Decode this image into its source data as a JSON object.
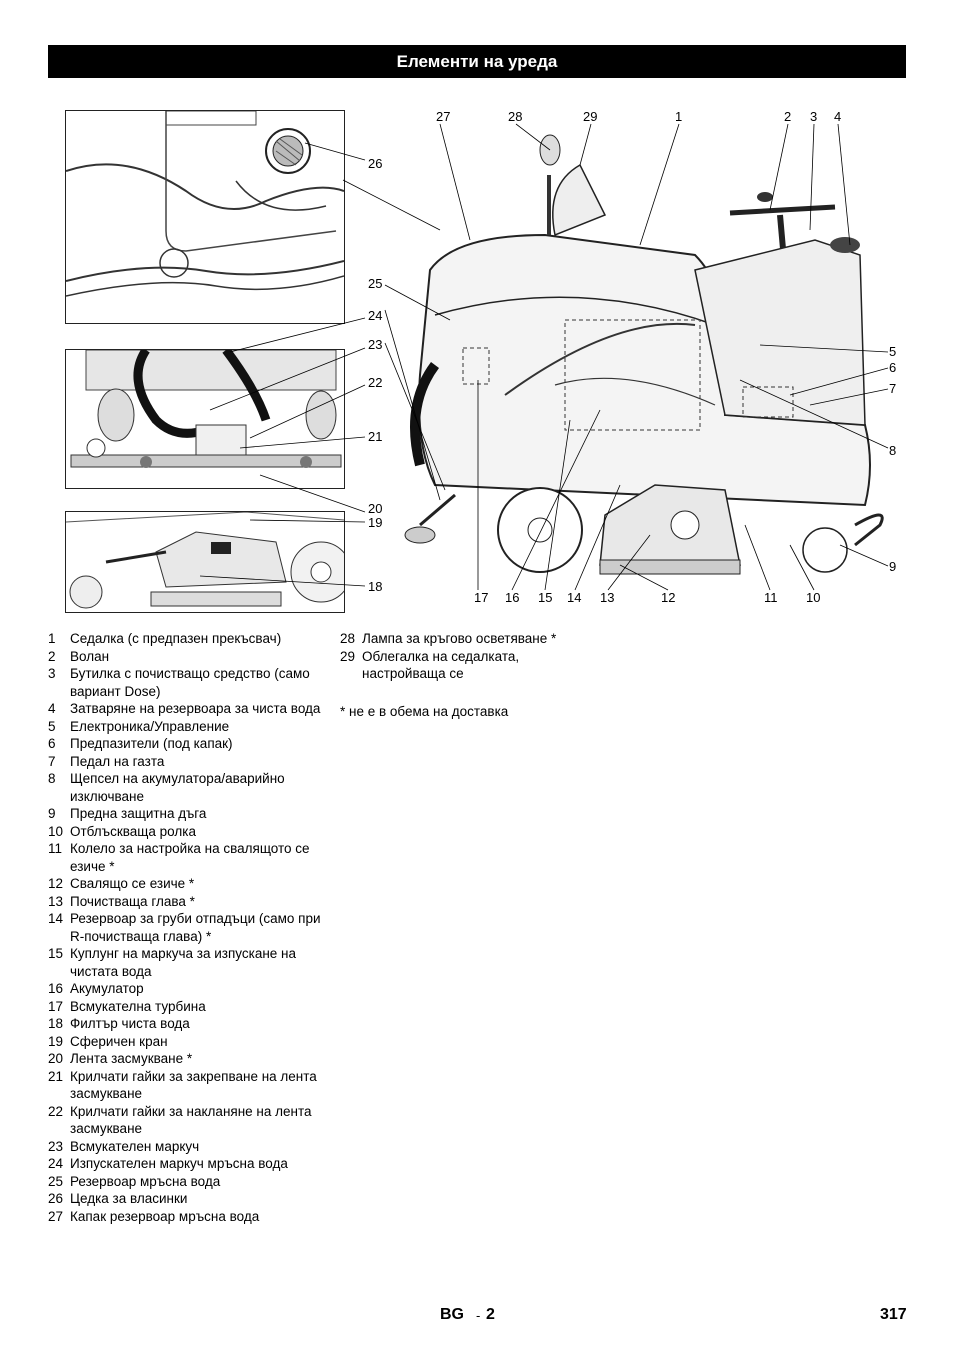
{
  "title": "Елементи на уреда",
  "callouts": {
    "n1": "1",
    "n2": "2",
    "n3": "3",
    "n4": "4",
    "n5": "5",
    "n6": "6",
    "n7": "7",
    "n8": "8",
    "n9": "9",
    "n10": "10",
    "n11": "11",
    "n12": "12",
    "n13": "13",
    "n14": "14",
    "n15": "15",
    "n16": "16",
    "n17": "17",
    "n18": "18",
    "n19": "19",
    "n20": "20",
    "n21": "21",
    "n22": "22",
    "n23": "23",
    "n24": "24",
    "n25": "25",
    "n26": "26",
    "n27": "27",
    "n28": "28",
    "n29": "29"
  },
  "legend_left": [
    {
      "num": "1",
      "text": "Седалка (с предпазен прекъсвач)"
    },
    {
      "num": "2",
      "text": "Волан"
    },
    {
      "num": "3",
      "text": "Бутилка с почистващо средство (само вариант Dose)"
    },
    {
      "num": "4",
      "text": "Затваряне на резервоара за чиста вода"
    },
    {
      "num": "5",
      "text": "Електроника/Управление"
    },
    {
      "num": "6",
      "text": "Предпазители (под капак)"
    },
    {
      "num": "7",
      "text": "Педал на газта"
    },
    {
      "num": "8",
      "text": "Щепсел на акумулатора/аварийно изключване"
    },
    {
      "num": "9",
      "text": "Предна защитна дъга"
    },
    {
      "num": "10",
      "text": "Отблъскваща ролка"
    },
    {
      "num": "11",
      "text": "Колело за настройка на свалящото се езиче *"
    },
    {
      "num": "12",
      "text": "Свалящо се езиче *"
    },
    {
      "num": "13",
      "text": "Почистваща глава *"
    },
    {
      "num": "14",
      "text": "Резервоар за груби отпадъци (само при R-почистваща глава) *"
    },
    {
      "num": "15",
      "text": "Куплунг на маркуча за изпускане на чистата вода"
    },
    {
      "num": "16",
      "text": "Акумулатор"
    },
    {
      "num": "17",
      "text": "Всмукателна турбина"
    },
    {
      "num": "18",
      "text": "Филтър чиста вода"
    },
    {
      "num": "19",
      "text": "Сферичен кран"
    },
    {
      "num": "20",
      "text": "Лента засмукване *"
    },
    {
      "num": "21",
      "text": "Крилчати гайки за закрепване на лента засмукване"
    },
    {
      "num": "22",
      "text": "Крилчати гайки за накланяне на лента засмукване"
    },
    {
      "num": "23",
      "text": "Всмукателен маркуч"
    },
    {
      "num": "24",
      "text": "Изпускателен маркуч мръсна вода"
    },
    {
      "num": "25",
      "text": "Резервоар мръсна вода"
    },
    {
      "num": "26",
      "text": "Цедка за власинки"
    },
    {
      "num": "27",
      "text": "Капак резервоар мръсна вода"
    }
  ],
  "legend_right": [
    {
      "num": "28",
      "text": "Лампа за кръгово осветяване *"
    },
    {
      "num": "29",
      "text": "Облегалка на седалката, настройваща се"
    }
  ],
  "footnote": "* не е в обема на доставка",
  "footer": {
    "lang": "BG",
    "dash": "-",
    "section": "2",
    "page": "317"
  }
}
